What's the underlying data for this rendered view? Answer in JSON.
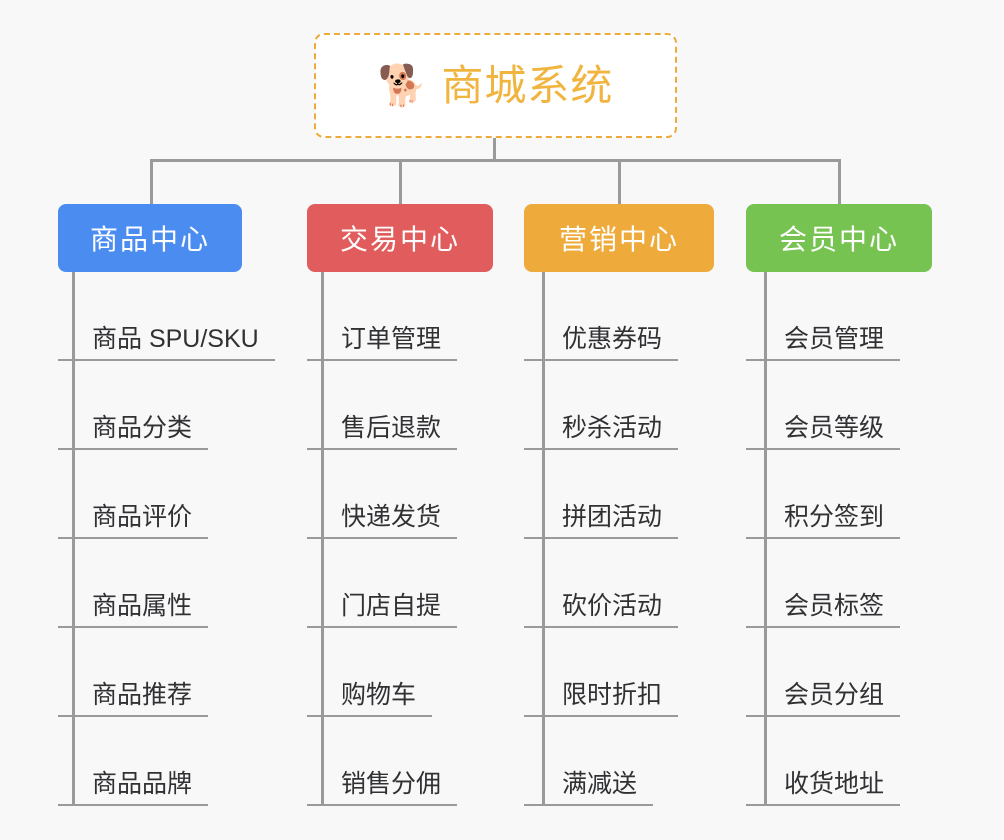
{
  "root": {
    "icon": "shiba-dog-face-emoji",
    "icon_glyph": "🐕",
    "title": "商城系统",
    "title_color": "#f0b43f",
    "border_color": "#eeab3b",
    "background": "#ffffff"
  },
  "canvas": {
    "background": "#f8f8f9",
    "connector_color": "#9a9a9a"
  },
  "branches": [
    {
      "id": "product-center",
      "label": "商品中心",
      "color": "#4a8cf0",
      "items": [
        "商品 SPU/SKU",
        "商品分类",
        "商品评价",
        "商品属性",
        "商品推荐",
        "商品品牌"
      ]
    },
    {
      "id": "trade-center",
      "label": "交易中心",
      "color": "#e15c5c",
      "items": [
        "订单管理",
        "售后退款",
        "快递发货",
        "门店自提",
        "购物车",
        "销售分佣"
      ]
    },
    {
      "id": "marketing-center",
      "label": "营销中心",
      "color": "#eeab3b",
      "items": [
        "优惠券码",
        "秒杀活动",
        "拼团活动",
        "砍价活动",
        "限时折扣",
        "满减送"
      ]
    },
    {
      "id": "member-center",
      "label": "会员中心",
      "color": "#77c351",
      "items": [
        "会员管理",
        "会员等级",
        "积分签到",
        "会员标签",
        "会员分组",
        "收货地址"
      ]
    }
  ]
}
